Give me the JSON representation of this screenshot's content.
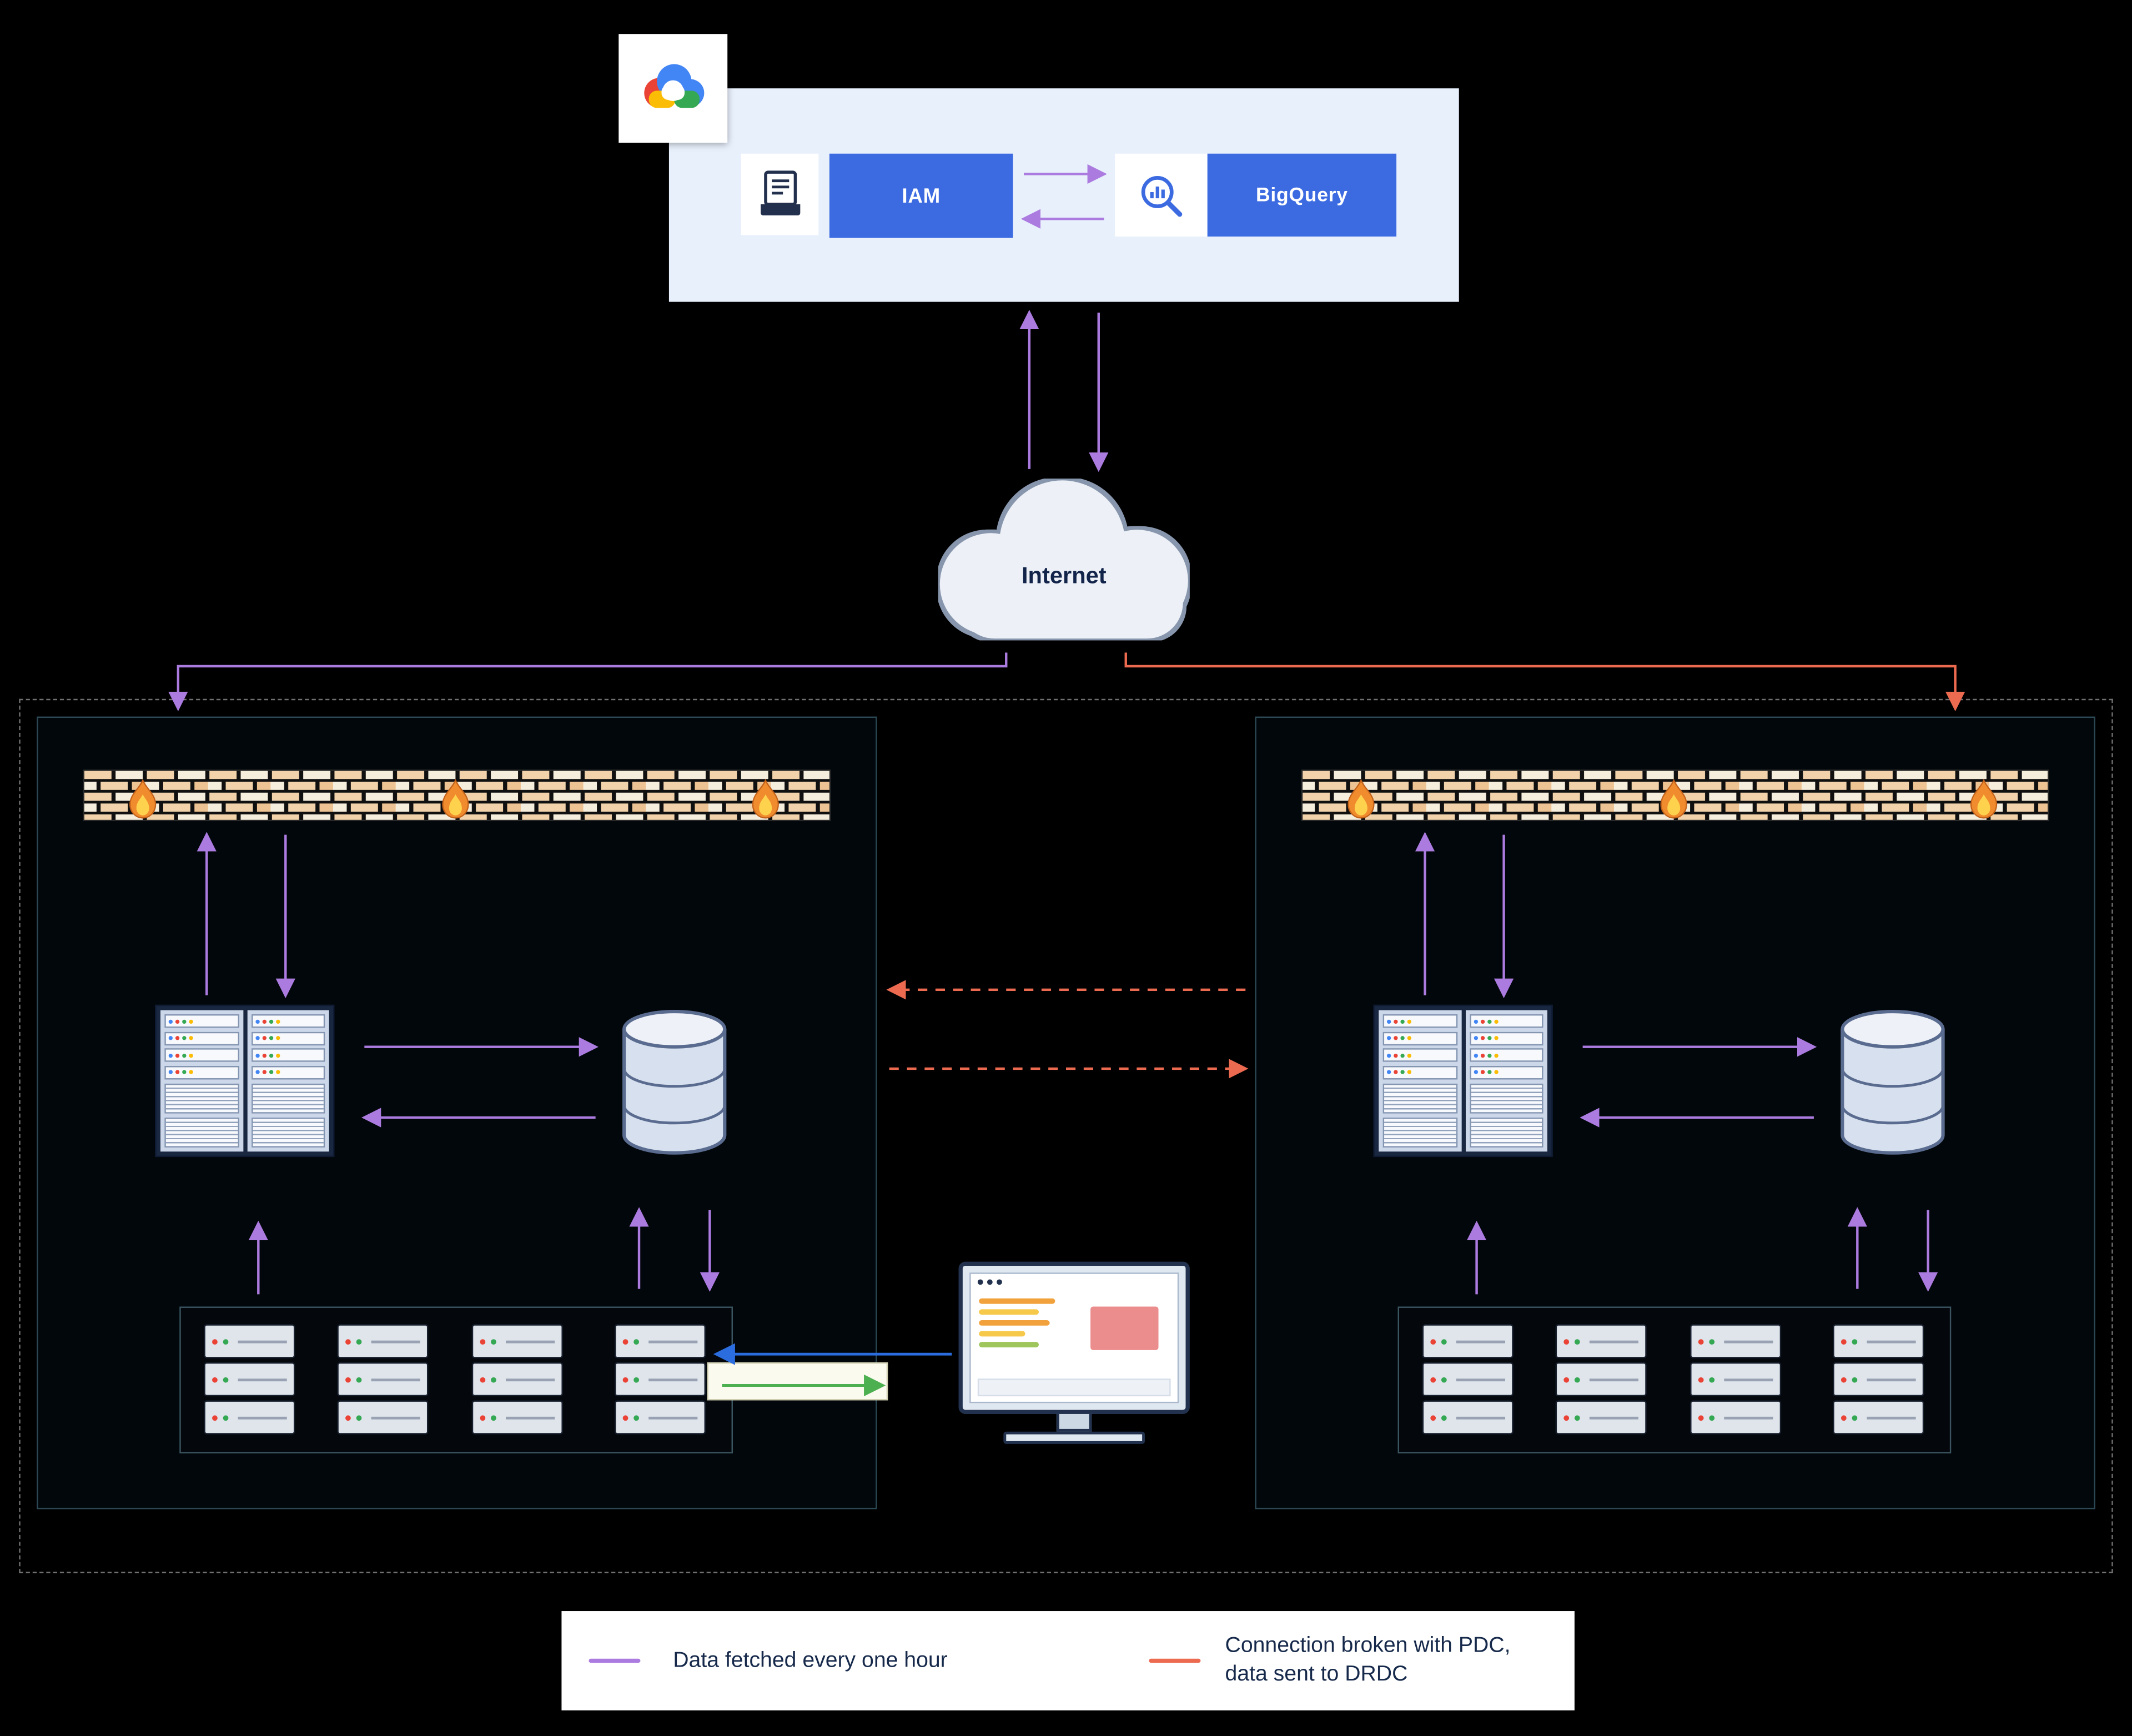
{
  "gcp": {
    "iam_label": "IAM",
    "bigquery_label": "BigQuery"
  },
  "internet": {
    "label": "Internet"
  },
  "legend": {
    "purple_item": "Data fetched every one hour",
    "orange_item_line1": "Connection broken with PDC,",
    "orange_item_line2": "data sent to DRDC"
  },
  "colors": {
    "background": "#000000",
    "purple_arrow": "#ab7be0",
    "orange_arrow": "#ec6a50",
    "google_blue": "#3c6be1",
    "panel_blue": "#e8f0fc",
    "blue_arrow": "#2b6cdf",
    "green_arrow": "#4caf50",
    "brick": "#f1d2ab",
    "legend_text": "#16294a"
  },
  "icons": {
    "logo": "google-cloud-logo",
    "doc": "report-document-icon",
    "bigquery": "magnifier-chart-icon",
    "internet": "cloud-shape",
    "firewall": "brick-wall",
    "flame": "flame-icon",
    "rack": "server-rack",
    "database": "database-cylinder",
    "servers": "server-stack",
    "monitor": "desktop-monitor"
  }
}
